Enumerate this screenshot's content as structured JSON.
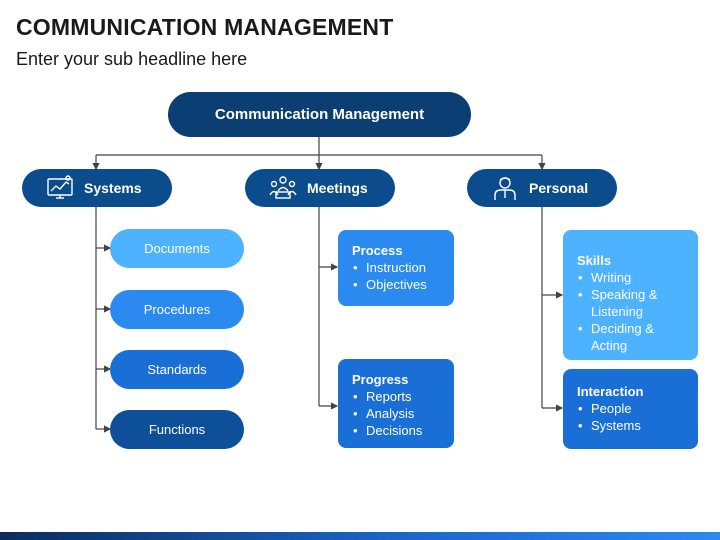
{
  "header": {
    "title": "COMMUNICATION MANAGEMENT",
    "subtitle": "Enter your sub headline here"
  },
  "root": {
    "label": "Communication Management"
  },
  "categories": [
    {
      "label": "Systems",
      "icon": "chart-monitor-icon"
    },
    {
      "label": "Meetings",
      "icon": "meeting-people-icon"
    },
    {
      "label": "Personal",
      "icon": "person-icon"
    }
  ],
  "systems_items": [
    "Documents",
    "Procedures",
    "Standards",
    "Functions"
  ],
  "meetings_boxes": [
    {
      "title": "Process",
      "items": [
        "Instruction",
        "Objectives"
      ]
    },
    {
      "title": "Progress",
      "items": [
        "Reports",
        "Analysis",
        "Decisions"
      ]
    }
  ],
  "personal_boxes": [
    {
      "title": "Skills",
      "items": [
        "Writing",
        "Speaking & Listening",
        "Deciding & Acting"
      ]
    },
    {
      "title": "Interaction",
      "items": [
        "People",
        "Systems"
      ]
    }
  ],
  "colors": {
    "dark_navy": "#0b3f74",
    "navy": "#0b4c8c",
    "light_blue": "#4db2ff",
    "mid_blue": "#2a8af0",
    "blue": "#1a6fd6",
    "dark_blue": "#0e4f99"
  }
}
